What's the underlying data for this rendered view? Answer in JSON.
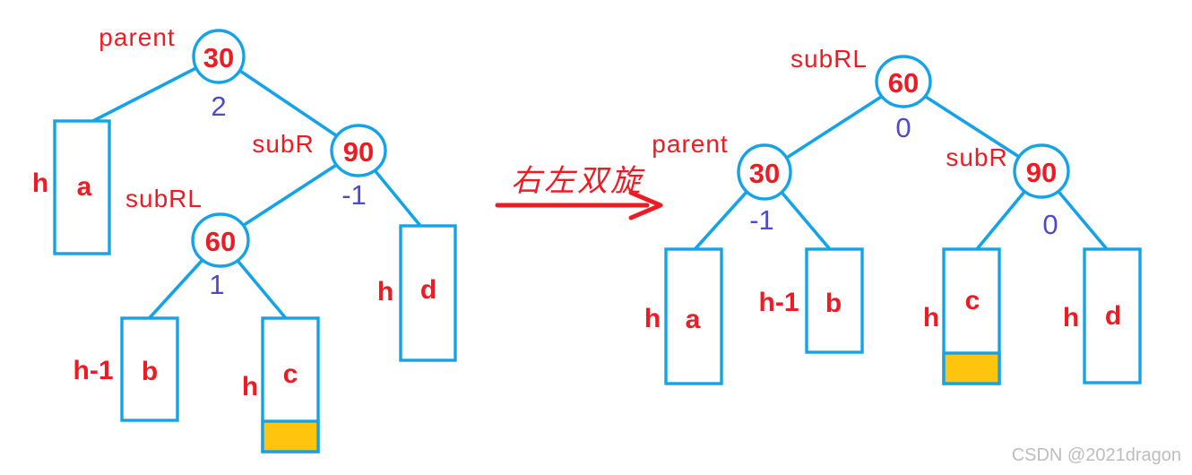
{
  "colors": {
    "tree_blue": "#14A3E8",
    "label_red": "#ED1C24",
    "balance_purple": "#4D4ACF",
    "highlight_orange": "#FFC40D",
    "watermark_gray": "#BDBDBD"
  },
  "arrow": {
    "label": "右左双旋"
  },
  "left_tree": {
    "parent": {
      "label": "parent",
      "value": "30",
      "balance": "2"
    },
    "subR": {
      "label": "subR",
      "value": "90",
      "balance": "-1"
    },
    "subRL": {
      "label": "subRL",
      "value": "60",
      "balance": "1"
    },
    "leaf_a": {
      "height": "h",
      "letter": "a"
    },
    "leaf_b": {
      "height": "h-1",
      "letter": "b"
    },
    "leaf_c": {
      "height": "h",
      "letter": "c"
    },
    "leaf_d": {
      "height": "h",
      "letter": "d"
    }
  },
  "right_tree": {
    "subRL": {
      "label": "subRL",
      "value": "60",
      "balance": "0"
    },
    "parent": {
      "label": "parent",
      "value": "30",
      "balance": "-1"
    },
    "subR": {
      "label": "subR",
      "value": "90",
      "balance": "0"
    },
    "leaf_a": {
      "height": "h",
      "letter": "a"
    },
    "leaf_b": {
      "height": "h-1",
      "letter": "b"
    },
    "leaf_c": {
      "height": "h",
      "letter": "c"
    },
    "leaf_d": {
      "height": "h",
      "letter": "d"
    }
  },
  "watermark": "CSDN @2021dragon"
}
